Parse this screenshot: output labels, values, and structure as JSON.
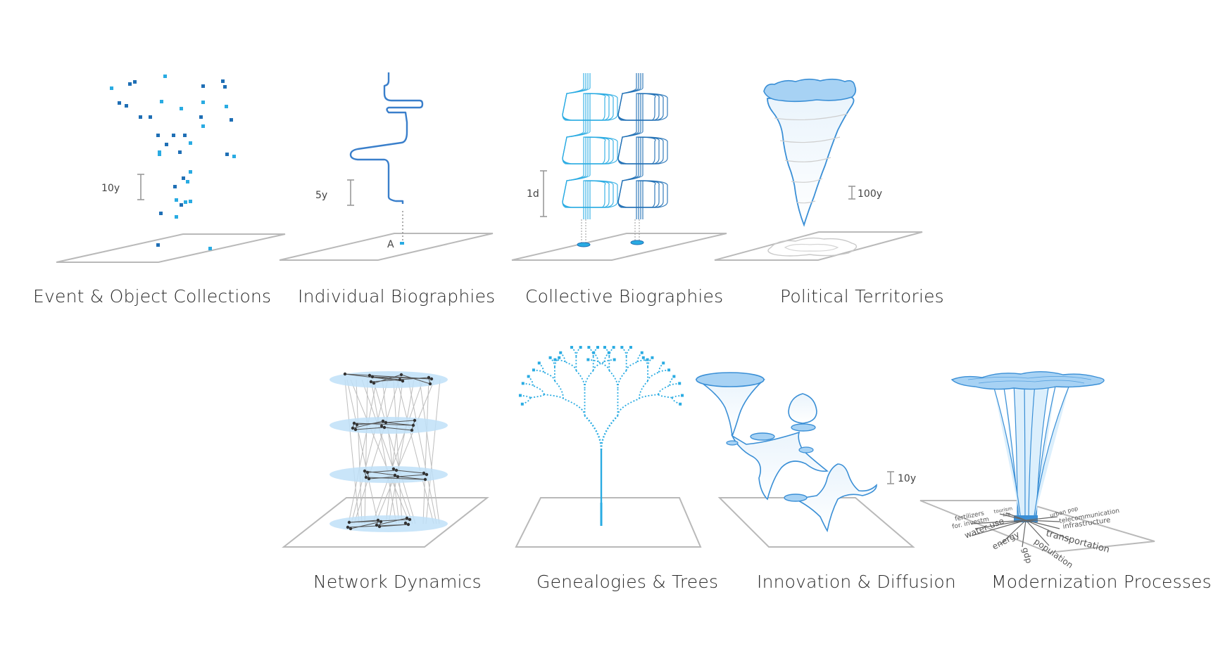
{
  "colors": {
    "light_blue": "#29abe2",
    "dark_blue": "#1f6fb5",
    "fill_blue": "#bfe0f8",
    "plane": "#b9b9b9",
    "scale_bar": "#9a9a9a"
  },
  "panels": [
    {
      "id": "event-object-collections",
      "caption": "Event & Object Collections",
      "scale": "10y"
    },
    {
      "id": "individual-biographies",
      "caption": "Individual Biographies",
      "scale": "5y",
      "point_label": "A"
    },
    {
      "id": "collective-biographies",
      "caption": "Collective Biographies",
      "scale": "1d"
    },
    {
      "id": "political-territories",
      "caption": "Political Territories",
      "scale": "100y"
    },
    {
      "id": "network-dynamics",
      "caption": "Network Dynamics"
    },
    {
      "id": "genealogies-trees",
      "caption": "Genealogies & Trees"
    },
    {
      "id": "innovation-diffusion",
      "caption": "Innovation & Diffusion",
      "scale": "10y"
    },
    {
      "id": "modernization-processes",
      "caption": "Modernization Processes",
      "variables": [
        "water use",
        "energy",
        "gdp",
        "population",
        "transportation",
        "infrastructure",
        "telecommunication",
        "urban pop",
        "fertilizers",
        "for. investm",
        "tourism",
        "life"
      ]
    }
  ]
}
